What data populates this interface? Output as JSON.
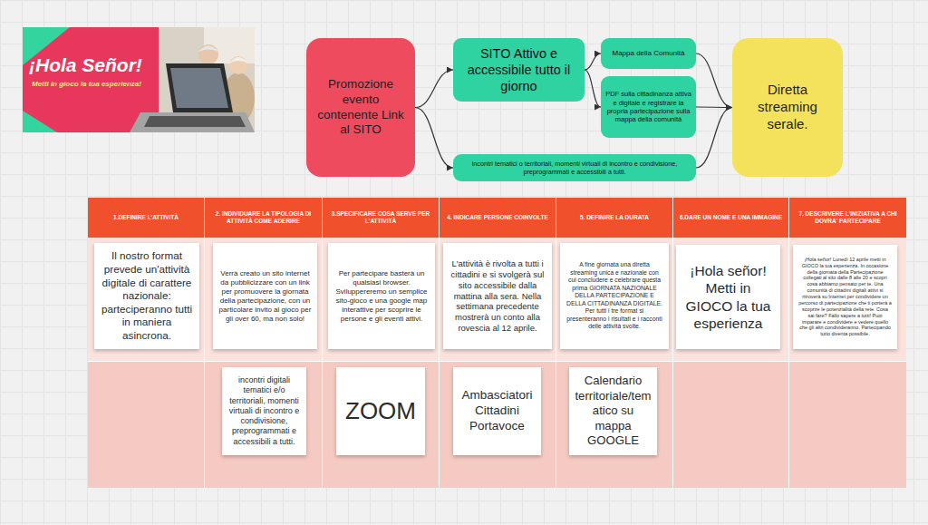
{
  "diagram": {
    "nodes": [
      {
        "text": [
          "Promozione evento contenente Link al SITO"
        ]
      },
      {
        "text": [
          "SITO Attivo e accessibile tutto il giorno"
        ]
      },
      {
        "text": [
          "Mappa della Comunità"
        ]
      },
      {
        "text": [
          "PDF sulla cittadinanza attiva e digitale e registrare la propria partecipazione sulla mappa della comunità"
        ]
      },
      {
        "text": [
          "incontri tematici o territoriali, momenti virtuali di incontro e condivisione, preprogrammati e accessibili a tutti."
        ]
      },
      {
        "text": [
          "Diretta streaming serale."
        ]
      },
      {
        "text": [
          "1.DEFINIRE L'ATTIVITÀ"
        ]
      },
      {
        "text": [
          "2. INDIVIDUARE LA TIPOLOGIA DI ATTIVITÀ COME ADERIRE"
        ]
      },
      {
        "text": [
          "3.SPECIFICARE COSA SERVE PER L'ATTIVITÀ"
        ]
      },
      {
        "text": [
          "4. INDICARE PERSONE COINVOLTE"
        ]
      },
      {
        "text": [
          "5. DEFINIRE LA DURATA"
        ]
      },
      {
        "text": [
          "6.DARE UN NOME E UNA IMMAGINE"
        ]
      },
      {
        "text": [
          "7. DESCRIVERE L'INIZIATIVA A CHI DOVRA' PARTECIPARE"
        ]
      },
      {
        "text": [
          "Il nostro format prevede un'attività digitale di carattere nazionale: parteciperanno tutti in maniera asincrona."
        ]
      },
      {
        "text": [
          "Verrà creato un sito internet da pubblicizzare con un link per promuovere la giornata della partecipazione, con un particolare invito al gioco per gli over 60, ma non solo!"
        ]
      },
      {
        "text": [
          "Per partecipare basterà un qualsiasi browser. Sviluppereremo un semplice sito-gioco e una google map interattive per scoprire le persone e gli eventi attivi."
        ]
      },
      {
        "text": [
          "L'attività è rivolta a tutti i cittadini e si svolgerà sul sito accessibile dalla mattina alla sera. Nella settimana precedente mostrerà un conto alla rovescia al 12 aprile."
        ]
      },
      {
        "text": [
          "A fine giornata una diretta streaming unica e nazionale con cui concludere e celebrare questa prima GIORNATA NAZIONALE DELLA PARTECIPAZIONE E DELLA CITTADINANZA DIGITALE. Per tutti i tre format si presenteranno i risultati e i racconti delle attività svolte."
        ]
      },
      {
        "text": [
          "¡Hola señor! Metti in GIOCO la tua esperienza"
        ]
      },
      {
        "text": [
          "¡Hola señor! Lunedì 12 aprile metti in GIOCO la tua esperienza. In occasione della giornata della Partecipazione collegati al sito dalle 8 alle 20 e scopri cosa abbiamo pensato per te. Una comunità di cittadini digitali attivi si ritroverà su Internet per condividere un percorso di partecipazione che ti porterà a scoprire le potenzialità della rete. Cosa sai fare? Fallo sapere a tutti! Puoi imparare e condividere e vedere quello che gli altri condivideranno. Partecipando tutto diventa possibile."
        ]
      },
      {
        "text": [
          "incontri digitali tematici e/o territoriali, momenti virtuali di incontro e condivisione, preprogrammati e accessibili a tutti."
        ]
      },
      {
        "text": [
          "ZOOM"
        ]
      },
      {
        "text": [
          "Ambasciatori Cittadini Portavoce"
        ]
      },
      {
        "text": [
          "Calendario territoriale/tematico su mappa GOOGLE"
        ]
      }
    ],
    "edges": [
      {
        "from": 0,
        "to": 1,
        "arrow": "to"
      },
      {
        "from": 0,
        "to": 4,
        "arrow": "to"
      },
      {
        "from": 1,
        "to": 2,
        "arrow": "to"
      },
      {
        "from": 1,
        "to": 3,
        "arrow": "to"
      },
      {
        "from": 2,
        "to": 5,
        "arrow": "to"
      },
      {
        "from": 3,
        "to": 5,
        "arrow": "to"
      },
      {
        "from": 4,
        "to": 5,
        "arrow": "to"
      }
    ],
    "labels": [
      "¡Hola Señor!",
      "Metti in gioco la tua esperienza!"
    ]
  }
}
